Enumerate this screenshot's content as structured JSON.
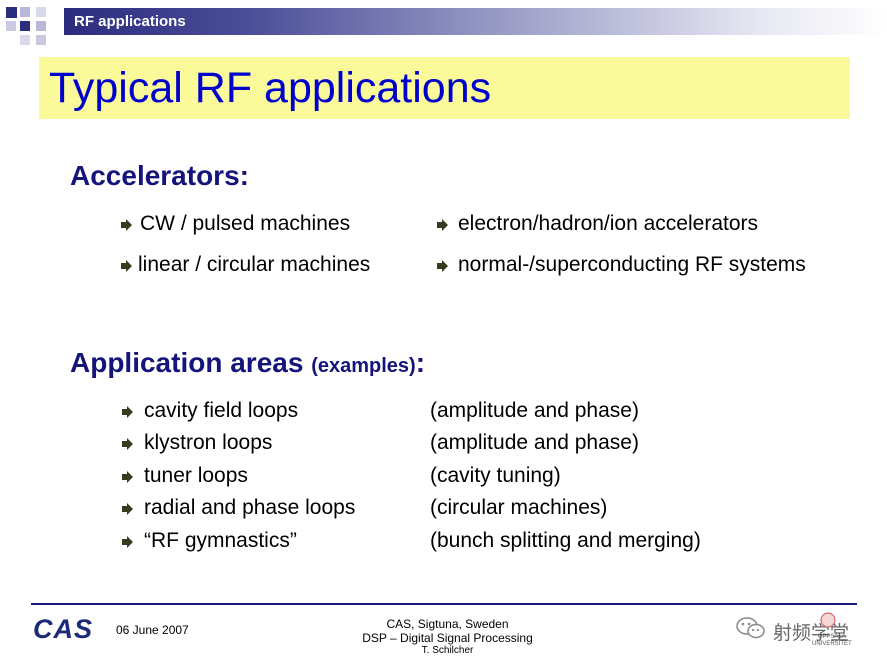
{
  "header": {
    "label": "RF applications"
  },
  "slide": {
    "title": "Typical RF applications"
  },
  "accelerators": {
    "heading": "Accelerators:",
    "left": [
      "CW / pulsed machines",
      "linear / circular machines"
    ],
    "right": [
      "electron/hadron/ion accelerators",
      "normal-/superconducting RF systems"
    ]
  },
  "application_areas": {
    "heading": "Application areas",
    "heading_suffix": "(examples)",
    "heading_colon": ":",
    "items": [
      {
        "name": "cavity field loops",
        "note": "(amplitude and phase)"
      },
      {
        "name": "klystron loops",
        "note": "(amplitude and phase)"
      },
      {
        "name": "tuner loops",
        "note": "(cavity tuning)"
      },
      {
        "name": "radial and phase loops",
        "note": "(circular machines)"
      },
      {
        "name": "“RF gymnastics”",
        "note": "(bunch splitting and merging)"
      }
    ]
  },
  "footer": {
    "logo": "CAS",
    "date": "06 June 2007",
    "line1": "CAS, Sigtuna, Sweden",
    "line2": "DSP – Digital Signal Processing",
    "line3": "T. Schilcher",
    "watermark": "射频学堂",
    "university": [
      "UPPSALA",
      "UNIVERSITET"
    ]
  },
  "colors": {
    "title": "#0000cc",
    "heading": "#14147a",
    "title_box": "#fafa9a",
    "header_bar": "#2b2c7e"
  }
}
